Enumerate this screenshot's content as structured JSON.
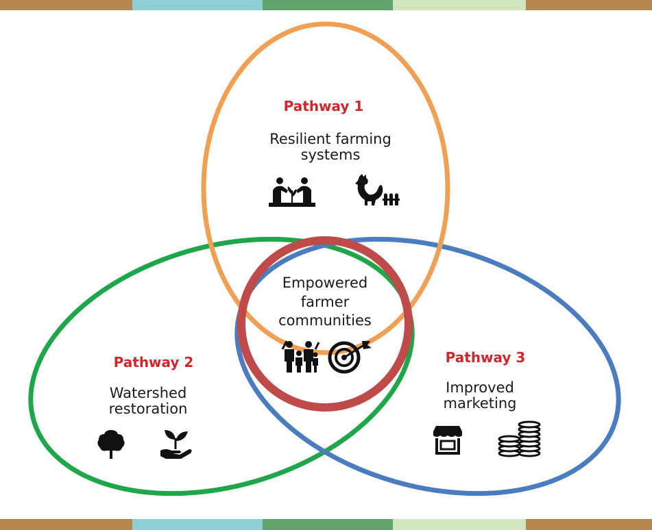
{
  "colors": {
    "band": [
      "#b5864f",
      "#8ecfd6",
      "#62a56c",
      "#d1e6bf",
      "#b5864f"
    ],
    "pathway1": "#f0a054",
    "pathway2": "#1fa64a",
    "pathway3": "#4a7dbf",
    "core": "#bf4a4a",
    "title": "#d0262c"
  },
  "core": {
    "line1": "Empowered",
    "line2": "farmer",
    "line3": "communities",
    "icons": [
      "family-icon",
      "target-icon"
    ]
  },
  "pathway1": {
    "title": "Pathway 1",
    "line1": "Resilient farming",
    "line2": "systems",
    "icons": [
      "farmers-planting-icon",
      "chicken-icon"
    ]
  },
  "pathway2": {
    "title": "Pathway 2",
    "line1": "Watershed",
    "line2": "restoration",
    "icons": [
      "tree-icon",
      "seedling-hand-icon"
    ]
  },
  "pathway3": {
    "title": "Pathway 3",
    "line1": "Improved",
    "line2": "marketing",
    "icons": [
      "market-stall-icon",
      "coins-icon"
    ]
  }
}
